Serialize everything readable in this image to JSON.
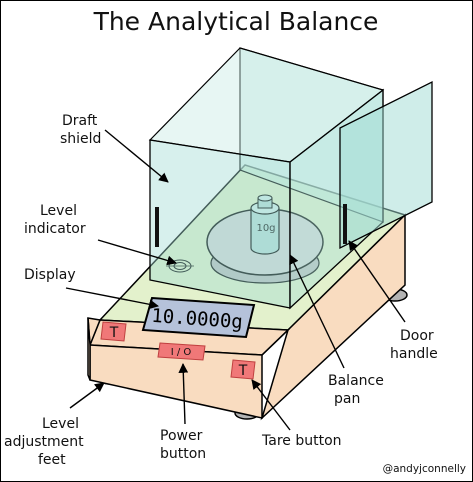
{
  "title": "The Analytical Balance",
  "credit": "@andyjconnelly",
  "display_value": "10.0000g",
  "weight_label": "10g",
  "power_symbol": "I / O",
  "tare_symbol": "T",
  "labels": {
    "draft_shield": [
      "Draft",
      "shield"
    ],
    "level_indicator": [
      "Level",
      "indicator"
    ],
    "display": "Display",
    "door_handle": [
      "Door",
      "handle"
    ],
    "balance_pan": [
      "Balance",
      "pan"
    ],
    "level_feet": [
      "Level",
      "adjustment",
      "feet"
    ],
    "power_button": [
      "Power",
      "button"
    ],
    "tare_button": "Tare button"
  },
  "colors": {
    "body": "#f9dcc0",
    "deck": "#e3f1cc",
    "glass": "#9fdcd4",
    "glass_back": "#c9ece4",
    "pan": "#d8d8d8",
    "weight": "#b8dcd8",
    "screen": "#b5c2da",
    "button": "#f07878",
    "feet": "#b3b3b3",
    "outline": "#000000"
  }
}
